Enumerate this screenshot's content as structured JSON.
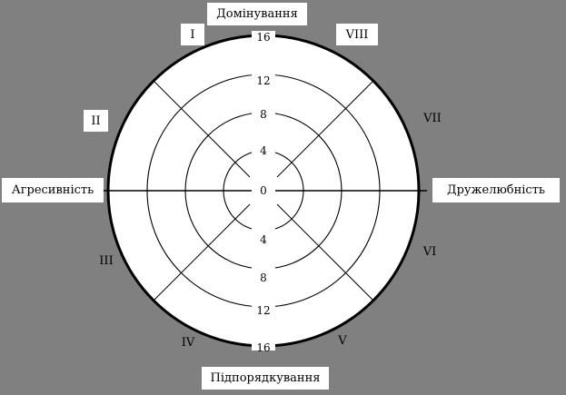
{
  "background_color": "#808080",
  "plot_background_color": "#ffffff",
  "line_color": "#000000",
  "axes": {
    "top_label": "Домінування",
    "bottom_label": "Підпорядкування",
    "left_label": "Агресивність",
    "right_label": "Дружелюбність"
  },
  "sectors": [
    {
      "id": "I",
      "label": "I",
      "boxed": true
    },
    {
      "id": "VIII",
      "label": "VIII",
      "boxed": true
    },
    {
      "id": "II",
      "label": "II",
      "boxed": true
    },
    {
      "id": "VII",
      "label": "VII",
      "boxed": false
    },
    {
      "id": "III",
      "label": "III",
      "boxed": false
    },
    {
      "id": "VI",
      "label": "VI",
      "boxed": false
    },
    {
      "id": "IV",
      "label": "IV",
      "boxed": false
    },
    {
      "id": "V",
      "label": "V",
      "boxed": false
    }
  ],
  "chart_data": {
    "type": "radar",
    "title": "",
    "subtitle": "",
    "xlabel": "",
    "ylabel": "",
    "grid": true,
    "legend": "none",
    "radial_axis": {
      "min": 0,
      "max": 16,
      "rings": [
        4,
        8,
        12,
        16
      ],
      "tick_labels_up": [
        "16",
        "12",
        "8",
        "4",
        "0"
      ],
      "tick_labels_down": [
        "0",
        "4",
        "8",
        "12",
        "16"
      ],
      "minor_tick_marks_between": true
    },
    "angular_axis": {
      "sector_count": 8,
      "sector_labels": [
        "I",
        "VIII",
        "VII",
        "VI",
        "V",
        "IV",
        "III",
        "II"
      ],
      "axis_endpoint_labels": {
        "top": "Домінування",
        "bottom": "Підпорядкування",
        "left": "Агресивність",
        "right": "Дружелюбність"
      }
    },
    "series": [],
    "values": []
  },
  "radial_ticks_up": [
    {
      "value": "16",
      "top": 35
    },
    {
      "value": "12",
      "top": 83
    },
    {
      "value": "8",
      "top": 120
    },
    {
      "value": "4",
      "top": 160
    },
    {
      "value": "0",
      "top": 204
    }
  ],
  "radial_ticks_down": [
    {
      "value": "4",
      "top": 258
    },
    {
      "value": "8",
      "top": 300
    },
    {
      "value": "12",
      "top": 336
    },
    {
      "value": "16",
      "top": 377
    }
  ]
}
